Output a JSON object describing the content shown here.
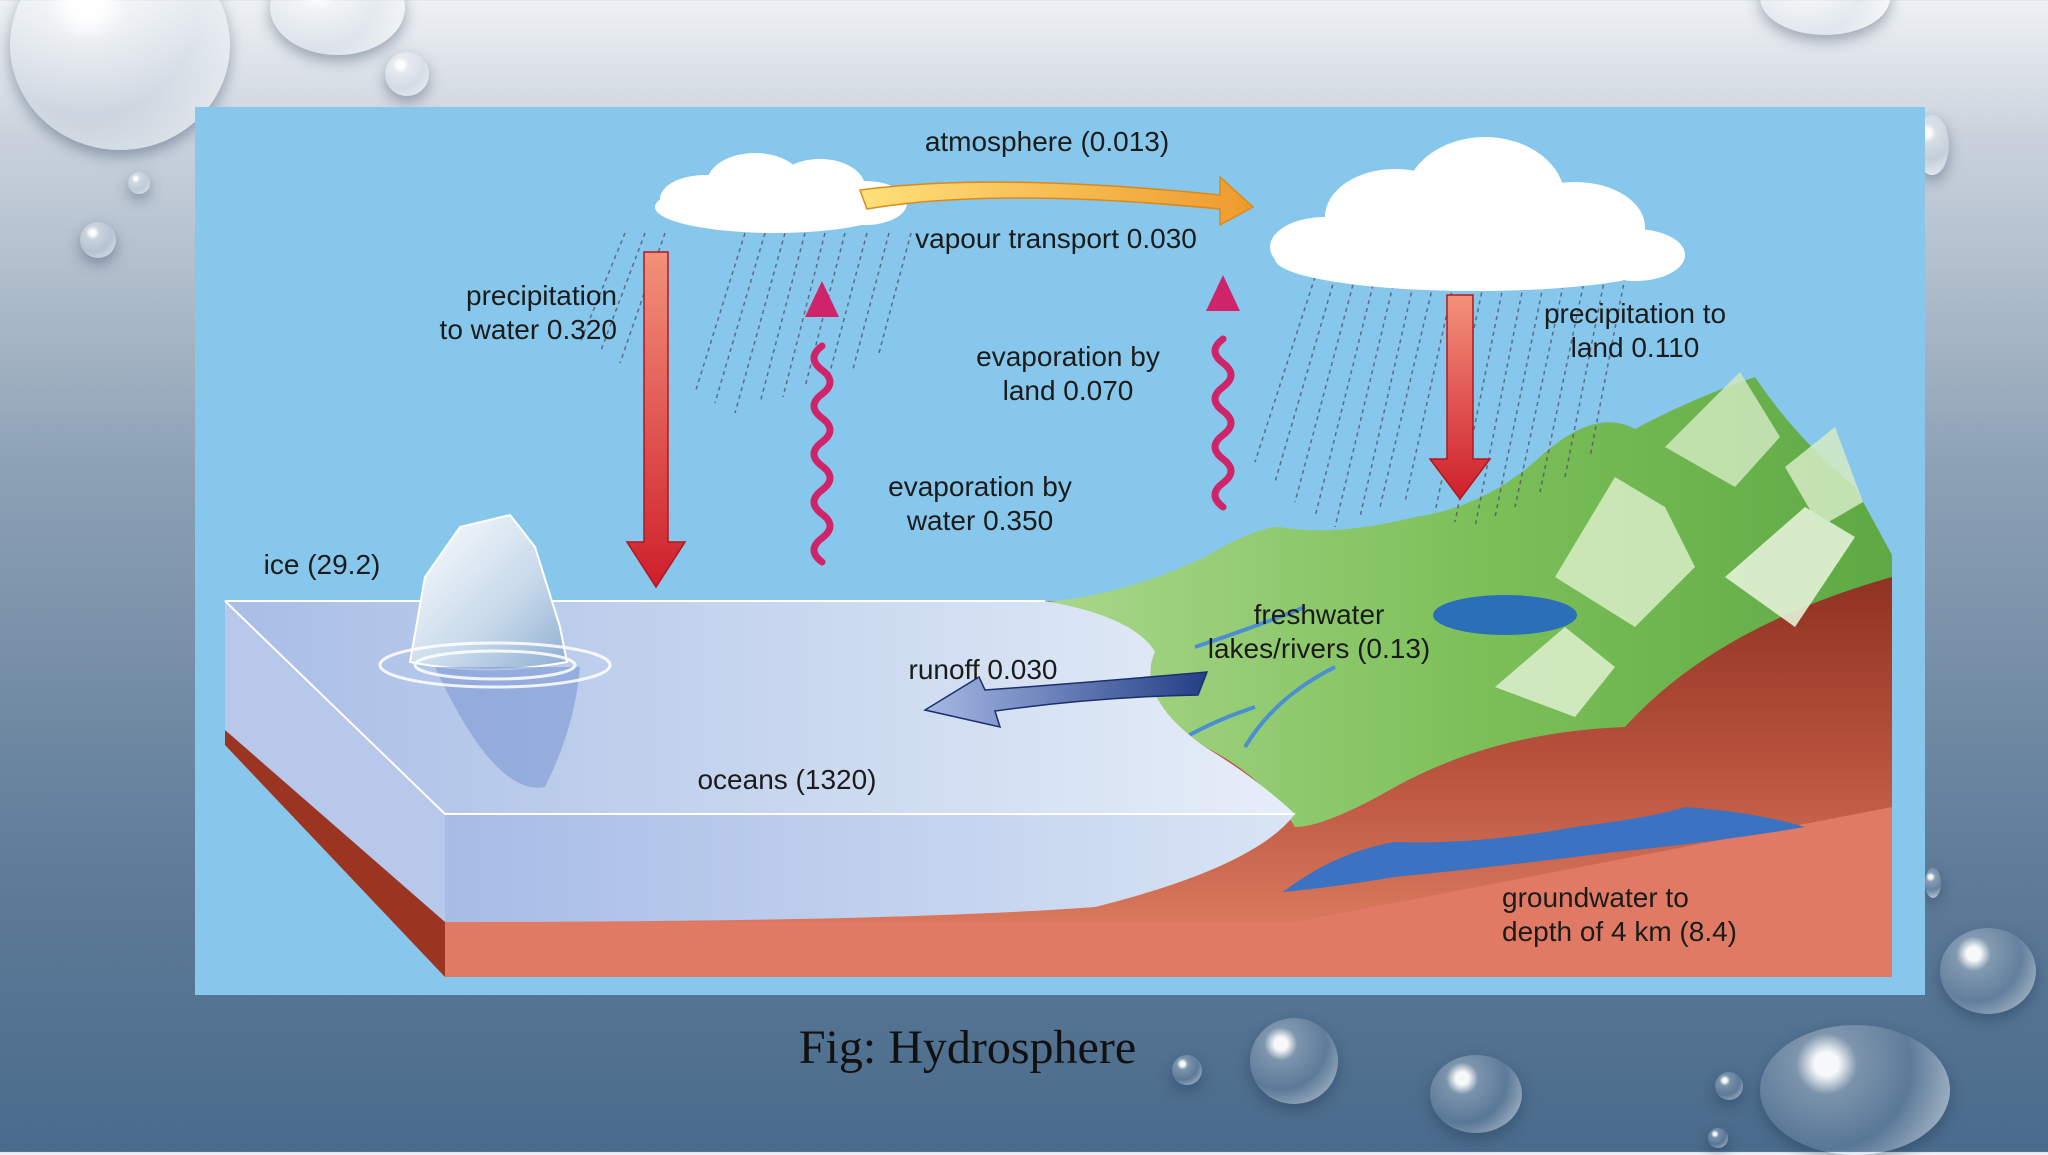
{
  "labels": {
    "atmosphere": "atmosphere (0.013)",
    "vapour_transport": "vapour transport 0.030",
    "precip_water_1": "precipitation",
    "precip_water_2": "to water 0.320",
    "precip_land_1": "precipitation to",
    "precip_land_2": "land 0.110",
    "evap_land_1": "evaporation by",
    "evap_land_2": "land 0.070",
    "evap_water_1": "evaporation by",
    "evap_water_2": "water 0.350",
    "ice": "ice (29.2)",
    "freshwater_1": "freshwater",
    "freshwater_2": "lakes/rivers (0.13)",
    "runoff": "runoff 0.030",
    "oceans": "oceans (1320)",
    "groundwater_1": "groundwater to",
    "groundwater_2": "depth of 4 km (8.4)"
  },
  "caption": "Fig: Hydrosphere",
  "colors": {
    "sky": "#86c7eb",
    "ocean": "#c9d8ee",
    "soil_dark": "#8b2e1f",
    "soil_light": "#e07a64",
    "land": "#7cbf5a",
    "arrow_down": "#d9342b",
    "evap_wave": "#d0246a",
    "vapour_arrow": "#f0b035",
    "runoff_arrow": "#2f4f92"
  }
}
